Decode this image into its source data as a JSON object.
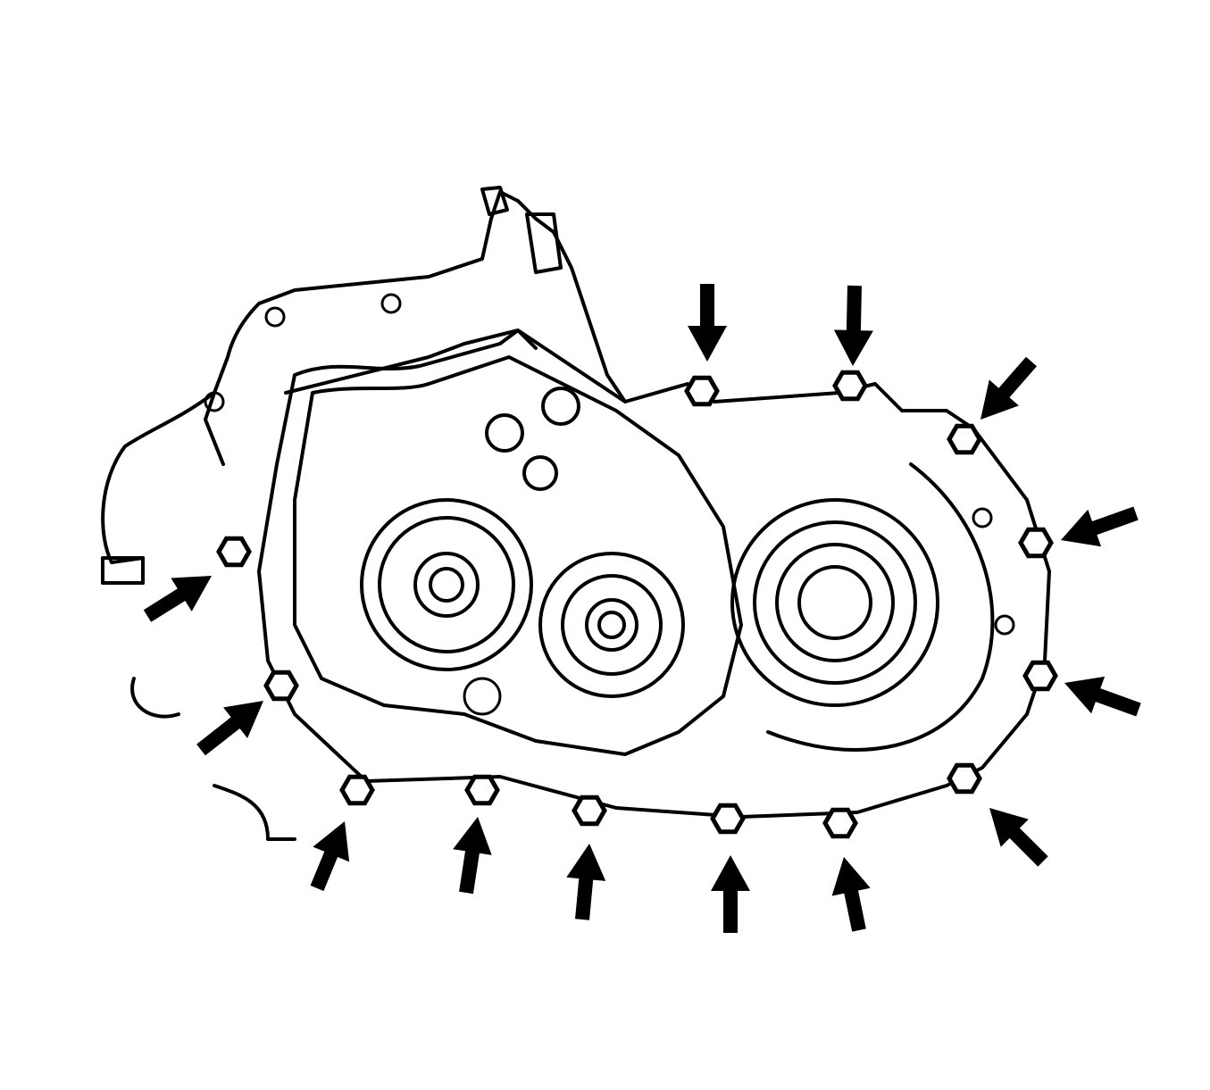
{
  "diagram": {
    "subject": "transaxle-case-bolts",
    "bolt_count": 13,
    "arrow_count": 13,
    "colors": {
      "line": "#000000",
      "background": "#ffffff"
    }
  }
}
